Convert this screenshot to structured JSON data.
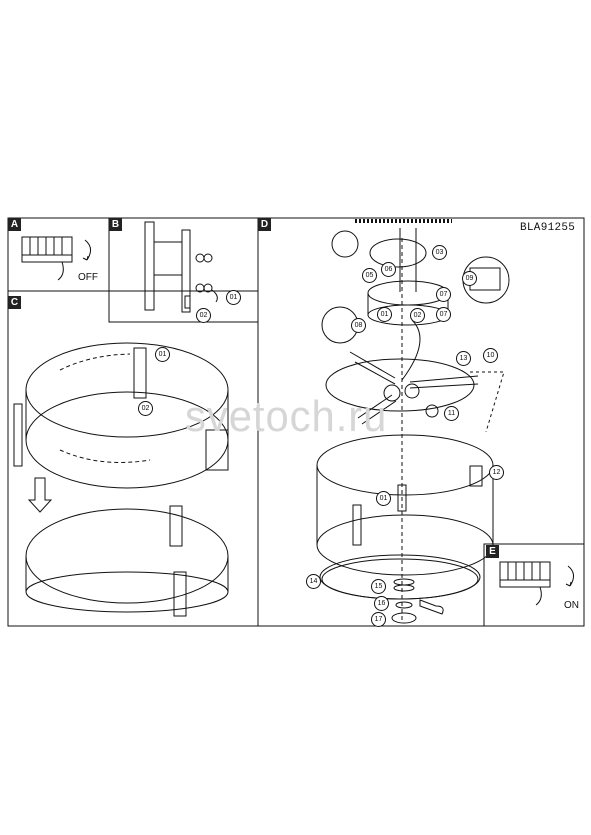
{
  "model_code": "BLA91255",
  "watermark": "svetoch.ru",
  "panels": {
    "a": {
      "tag": "A",
      "state_label": "OFF"
    },
    "b": {
      "tag": "B"
    },
    "c": {
      "tag": "C"
    },
    "d": {
      "tag": "D"
    },
    "e": {
      "tag": "E",
      "state_label": "ON"
    }
  },
  "callouts": {
    "b_01": "01",
    "b_02": "02",
    "c_01": "01",
    "c_02": "02",
    "d_03": "03",
    "d_05": "05",
    "d_06": "06",
    "d_07": "07",
    "d_08": "08",
    "d_01a": "01",
    "d_02": "02",
    "d_09": "09",
    "d_07b": "07",
    "d_13": "13",
    "d_10": "10",
    "d_11": "11",
    "d_12": "12",
    "d_01b": "01",
    "d_14": "14",
    "d_15": "15",
    "d_16": "16",
    "d_17": "17"
  },
  "colors": {
    "line": "#111111",
    "watermark": "#d6d6d6"
  }
}
